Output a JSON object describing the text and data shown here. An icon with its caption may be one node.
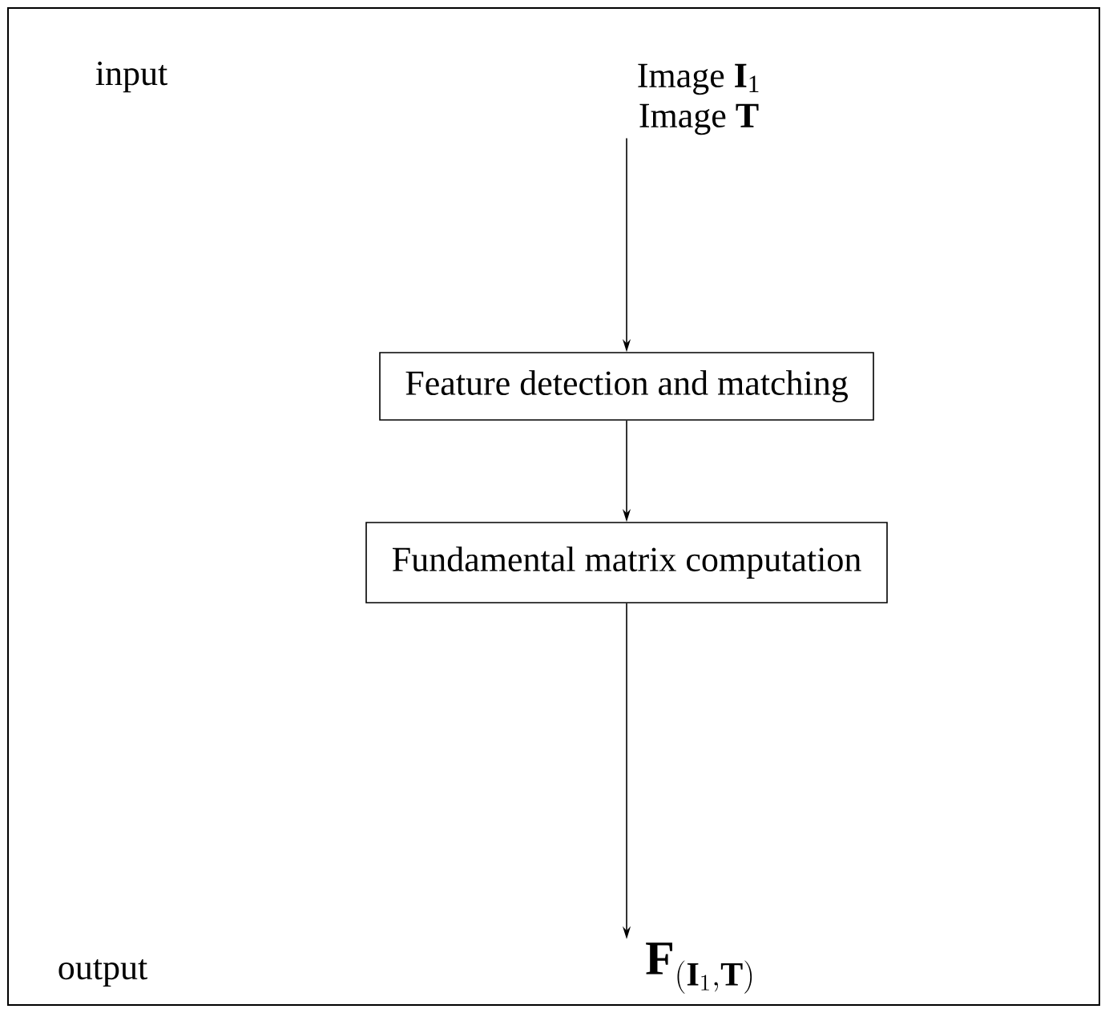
{
  "diagram": {
    "nodes": [
      {
        "text": [
          "Image **I**$_{1}$",
          "Image **T**"
        ]
      },
      {
        "text": [
          "Feature detection and matching"
        ]
      },
      {
        "text": [
          "Fundamental matrix computation"
        ]
      },
      {
        "text": [
          "\\mathbf{F}_{(\\mathbf{I}_1,\\mathbf{T})}"
        ]
      }
    ],
    "edges": [
      {
        "from": 0,
        "to": 1,
        "arrow": "to"
      },
      {
        "from": 1,
        "to": 2,
        "arrow": "to"
      },
      {
        "from": 2,
        "to": 3,
        "arrow": "to"
      }
    ],
    "labels": [
      "input",
      "output"
    ]
  }
}
